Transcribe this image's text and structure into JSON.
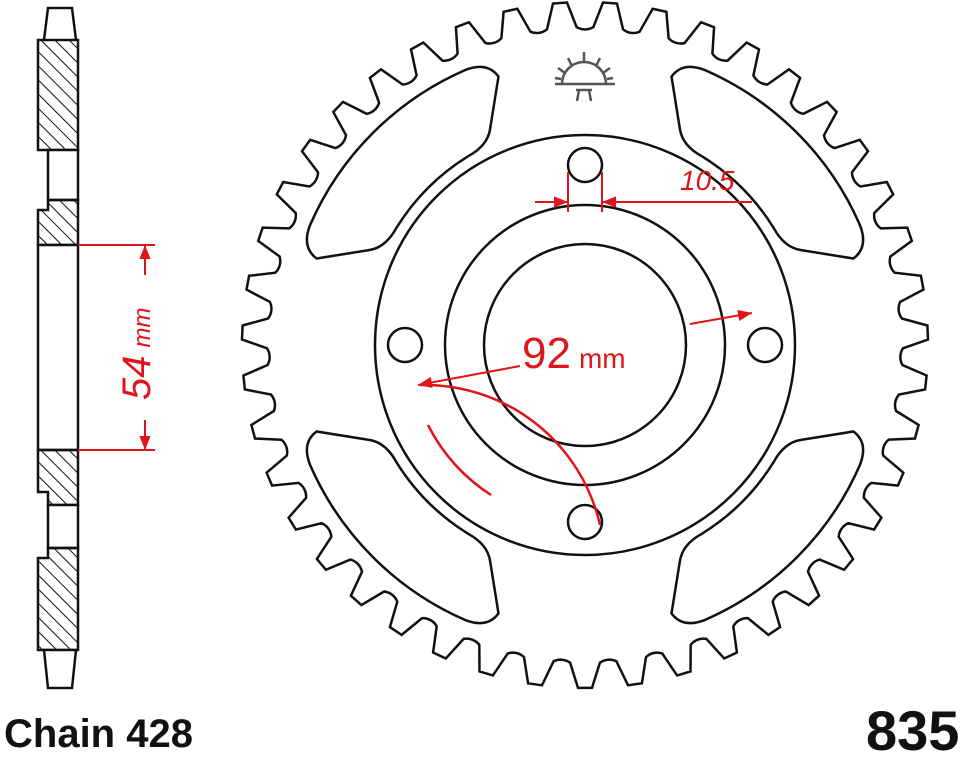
{
  "side_view": {
    "bore_value": "54",
    "bore_unit": "mm"
  },
  "front_view": {
    "pcd_value": "92",
    "pcd_unit": "mm",
    "hole_diameter": "10.5",
    "teeth": 43,
    "bolt_holes": 4
  },
  "logo": {
    "icon": "sun-logo-icon"
  },
  "footer": {
    "chain": "Chain 428",
    "part_number": "835"
  },
  "colors": {
    "outline": "#111111",
    "dimension": "#e0141b",
    "background": "#ffffff"
  }
}
